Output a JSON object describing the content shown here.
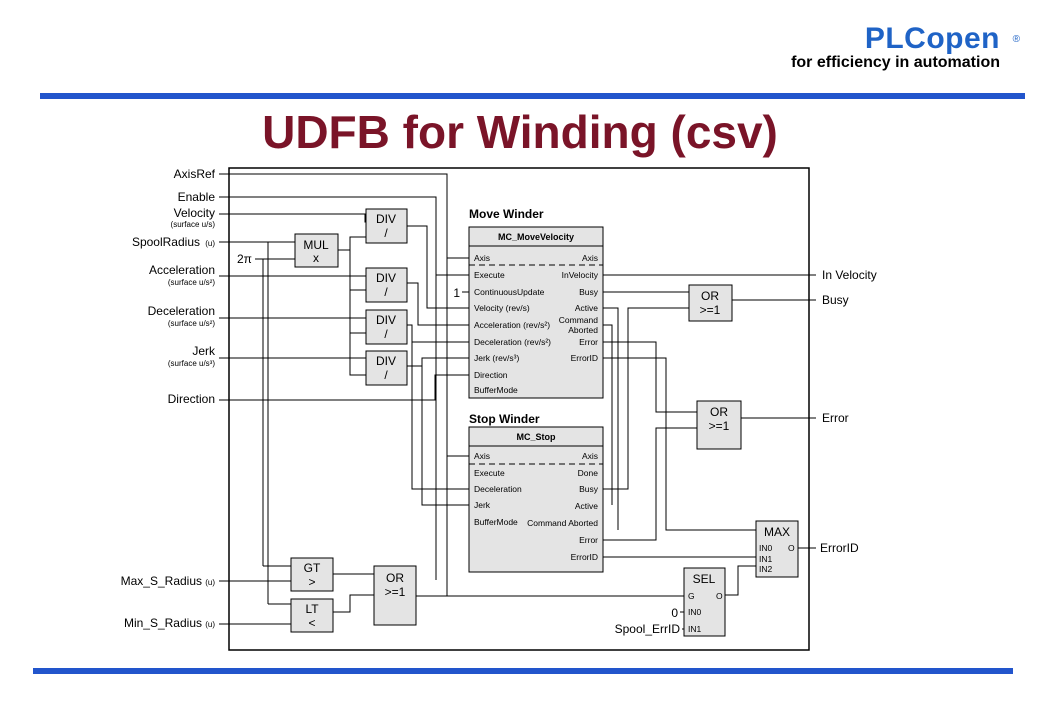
{
  "header": {
    "logo_name": "PLCopen",
    "logo_registered": "®",
    "logo_tagline": "for efficiency in automation",
    "title": "UDFB for Winding (csv)",
    "accent_color": "#2255cc",
    "title_color": "#7a1428"
  },
  "inputs": {
    "axisref": "AxisRef",
    "enable": "Enable",
    "velocity": "Velocity",
    "velocity_unit": "(surface u/s)",
    "spoolradius": "SpoolRadius",
    "spoolradius_unit": "(u)",
    "two_pi": "2π",
    "acceleration": "Acceleration",
    "acceleration_unit": "(surface u/s²)",
    "deceleration": "Deceleration",
    "deceleration_unit": "(surface u/s²)",
    "jerk": "Jerk",
    "jerk_unit": "(surface u/s³)",
    "direction": "Direction",
    "max_s_radius": "Max_S_Radius",
    "max_s_radius_unit": "(u)",
    "min_s_radius": "Min_S_Radius",
    "min_s_radius_unit": "(u)",
    "const_one": "1",
    "const_zero": "0",
    "spool_errid": "Spool_ErrID"
  },
  "outputs": {
    "in_velocity": "In Velocity",
    "busy": "Busy",
    "error": "Error",
    "errorid": "ErrorID"
  },
  "blocks": {
    "mul": {
      "name": "MUL",
      "op": "x"
    },
    "div": {
      "name": "DIV",
      "op": "/"
    },
    "or": {
      "name": "OR",
      "op": ">=1"
    },
    "gt": {
      "name": "GT",
      "op": ">"
    },
    "lt": {
      "name": "LT",
      "op": "<"
    },
    "max": {
      "name": "MAX",
      "in0": "IN0",
      "in1": "IN1",
      "in2": "IN2",
      "out": "O"
    },
    "sel": {
      "name": "SEL",
      "g": "G",
      "in0": "IN0",
      "in1": "IN1",
      "out": "O"
    }
  },
  "move_winder": {
    "label": "Move Winder",
    "fb_name": "MC_MoveVelocity",
    "inputs": [
      "Axis",
      "Execute",
      "ContinuousUpdate",
      "Velocity (rev/s)",
      "Acceleration (rev/s²)",
      "Deceleration (rev/s²)",
      "Jerk (rev/s³)",
      "Direction",
      "BufferMode"
    ],
    "outputs": [
      "Axis",
      "InVelocity",
      "Busy",
      "Active",
      "Command",
      "Aborted",
      "Error",
      "ErrorID"
    ]
  },
  "stop_winder": {
    "label": "Stop Winder",
    "fb_name": "MC_Stop",
    "inputs": [
      "Axis",
      "Execute",
      "Deceleration",
      "Jerk",
      "BufferMode"
    ],
    "outputs": [
      "Axis",
      "Done",
      "Busy",
      "Active",
      "Command Aborted",
      "Error",
      "ErrorID"
    ]
  }
}
